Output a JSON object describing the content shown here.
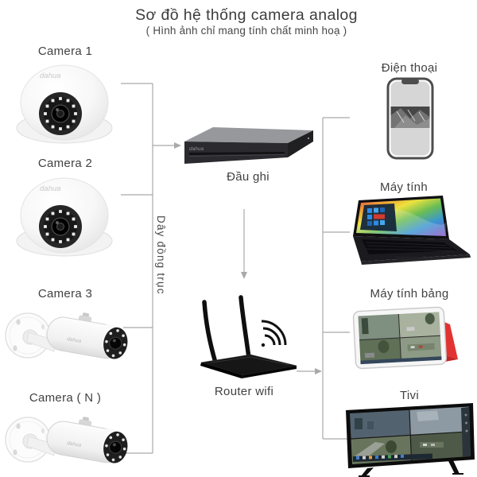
{
  "header": {
    "title": "Sơ đồ hệ thống camera analog",
    "subtitle": "( Hình ảnh chỉ mang tính chất minh hoạ )"
  },
  "cameras": [
    {
      "label": "Camera 1",
      "type": "dome"
    },
    {
      "label": "Camera 2",
      "type": "dome"
    },
    {
      "label": "Camera 3",
      "type": "bullet"
    },
    {
      "label": "Camera ( N )",
      "type": "bullet"
    }
  ],
  "hub": {
    "dvr_label": "Đầu ghi",
    "router_label": "Router wifi",
    "cable_label": "Dây đồng trục",
    "brand": "dahua"
  },
  "clients": [
    {
      "label": "Điện thoại",
      "type": "phone"
    },
    {
      "label": "Máy tính",
      "type": "laptop"
    },
    {
      "label": "Máy tính bảng",
      "type": "tablet"
    },
    {
      "label": "Tivi",
      "type": "tv"
    }
  ],
  "colors": {
    "text": "#414141",
    "connector": "#a9a9a9",
    "tablet_cover": "#e23333",
    "device_dark": "#111111"
  }
}
